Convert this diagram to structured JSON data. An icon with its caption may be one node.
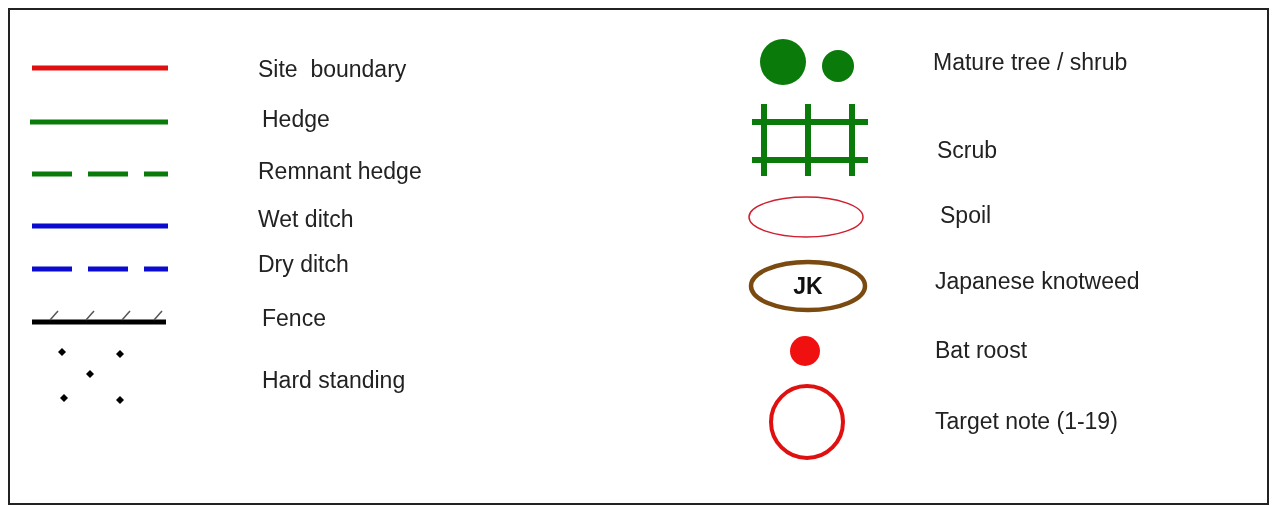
{
  "diagram": {
    "nodes": [
      {
        "text": [
          "JK"
        ]
      }
    ],
    "legend": [
      {
        "text": "Site  boundary"
      },
      {
        "text": "Hedge"
      },
      {
        "text": "Remnant hedge"
      },
      {
        "text": "Wet ditch"
      },
      {
        "text": "Dry ditch"
      },
      {
        "text": "Fence"
      },
      {
        "text": "Hard standing"
      },
      {
        "text": "Mature tree / shrub"
      },
      {
        "text": "Scrub"
      },
      {
        "text": "Spoil"
      },
      {
        "text": "Japanese knotweed"
      },
      {
        "text": "Bat roost"
      },
      {
        "text": "Target note (1-19)"
      }
    ]
  }
}
